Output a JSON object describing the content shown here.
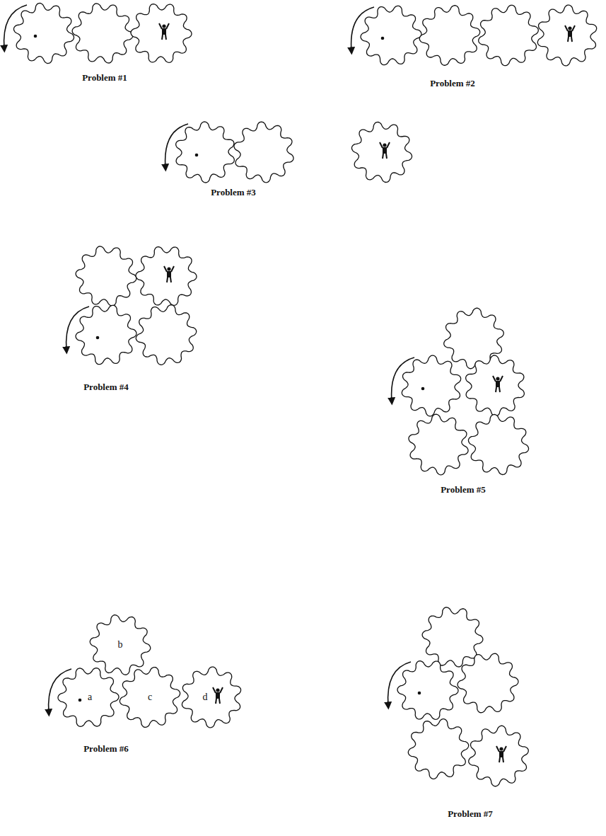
{
  "diagram": {
    "nodes": [
      {
        "text": [
          "b"
        ]
      },
      {
        "text": [
          "a"
        ]
      },
      {
        "text": [
          "c"
        ]
      },
      {
        "text": [
          "d"
        ]
      }
    ],
    "labels": [
      "Problem #1",
      "Problem #2",
      "Problem #3",
      "Problem #4",
      "Problem #5",
      "Problem #6",
      "Problem #7"
    ]
  }
}
